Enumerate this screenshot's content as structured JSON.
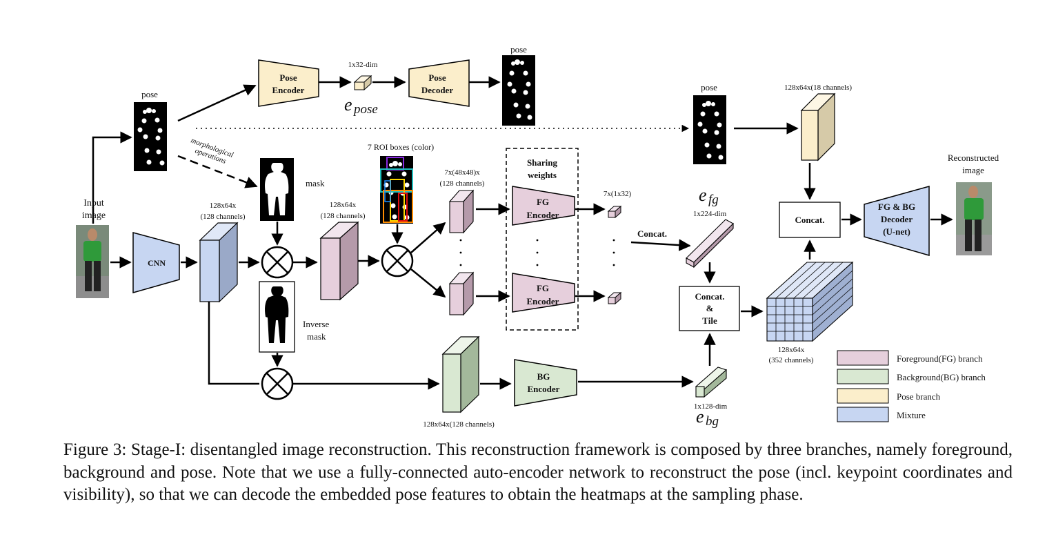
{
  "colors": {
    "foreground": "#e6cfdc",
    "background": "#d9e8d2",
    "pose": "#fbeecb",
    "mixture": "#c7d6f2",
    "line": "#000000"
  },
  "labels": {
    "input_image": [
      "Input",
      "image"
    ],
    "pose_top": "pose",
    "pose_decoded": "pose",
    "pose_right": "pose",
    "dim_1x32": "1x32-dim",
    "e_pose_base": "e",
    "e_pose_sub": "pose",
    "morph": [
      "morphological",
      "operations"
    ],
    "mask": "mask",
    "inverse_mask": [
      "Inverse",
      "mask"
    ],
    "feat_cnn": [
      "128x64x",
      "(128 channels)"
    ],
    "feat_masked": [
      "128x64x",
      "(128 channels)"
    ],
    "roi": "7 ROI boxes (color)",
    "roi_feat": [
      "7x(48x48)x",
      "(128 channels)"
    ],
    "sharing": [
      "Sharing",
      "weights"
    ],
    "fg_out": "7x(1x32)",
    "concat_arrow": "Concat.",
    "e_fg_base": "e",
    "e_fg_sub": "fg",
    "dim_224": "1x224-dim",
    "dim_128": "1x128-dim",
    "e_bg_base": "e",
    "e_bg_sub": "bg",
    "bg_feat": "128x64x(128 channels)",
    "pose_feat": "128x64x(18 channels)",
    "tile_feat": [
      "128x64x",
      "(352 channels)"
    ],
    "reconstructed": [
      "Reconstructed",
      "image"
    ]
  },
  "blocks": {
    "pose_encoder": [
      "Pose",
      "Encoder"
    ],
    "pose_decoder": [
      "Pose",
      "Decoder"
    ],
    "cnn": "CNN",
    "fg_encoder_1": [
      "FG",
      "Encoder"
    ],
    "fg_encoder_2": [
      "FG",
      "Encoder"
    ],
    "bg_encoder": [
      "BG",
      "Encoder"
    ],
    "concat_tile": [
      "Concat.",
      "&",
      "Tile"
    ],
    "concat": "Concat.",
    "decoder": [
      "FG & BG",
      "Decoder",
      "(U-net)"
    ]
  },
  "legend": [
    {
      "label": "Foreground(FG) branch",
      "color": "#e6cfdc"
    },
    {
      "label": "Background(BG) branch",
      "color": "#d9e8d2"
    },
    {
      "label": "Pose branch",
      "color": "#fbeecb"
    },
    {
      "label": "Mixture",
      "color": "#c7d6f2"
    }
  ],
  "caption": "Figure 3: Stage-I: disentangled image reconstruction. This reconstruction framework is composed by three branches, namely foreground, background and pose. Note that we use a fully-connected auto-encoder network to reconstruct the pose (incl. keypoint coordinates and visibility), so that we can decode the embedded pose features to obtain the heatmaps at the sampling phase."
}
